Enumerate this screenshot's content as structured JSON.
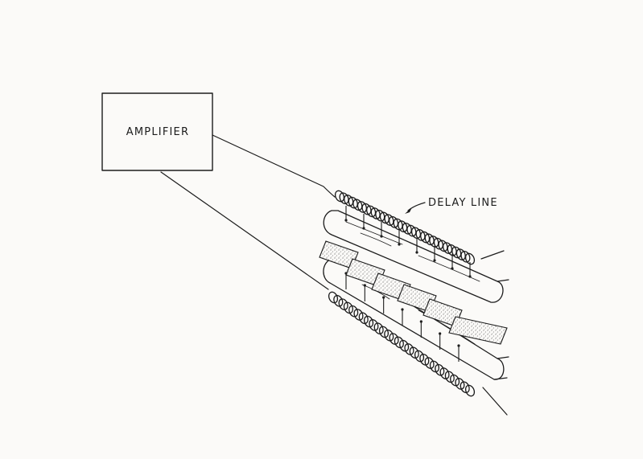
{
  "labels": {
    "amplifier": "AMPLIFIER",
    "delay_line": "DELAY LINE"
  },
  "colors": {
    "ink": "#1c1c1c",
    "paper": "#fbfaf8",
    "stipple": "#6a6a6a"
  },
  "diagram": {
    "upper_rod": {
      "coil_turns": 30
    },
    "lower_rod": {
      "coil_turns": 28
    },
    "plates": {
      "count": 6
    }
  }
}
